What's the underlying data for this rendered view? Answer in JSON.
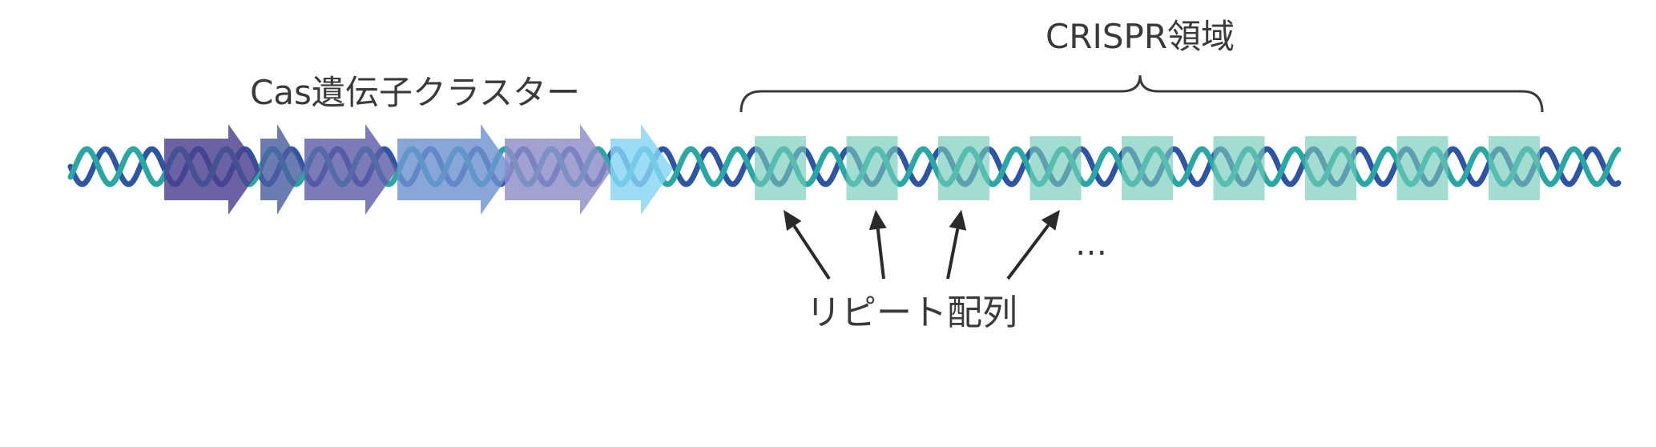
{
  "labels": {
    "cas_cluster": "Cas遺伝子クラスター",
    "crispr_region": "CRISPR領域",
    "repeat_sequence": "リピート配列",
    "ellipsis": "…"
  },
  "colors": {
    "strand_dark": "#2e55a3",
    "strand_teal": "#2aa7a4",
    "cas_genes": [
      "#4b3f8f",
      "#4a5fa0",
      "#5e5ea8",
      "#6e92cf",
      "#8c8cc8",
      "#86d4f4"
    ],
    "repeat_box": "#72c9b8",
    "text": "#3a3a3a"
  },
  "cas_gene_count": 6,
  "repeat_count": 9,
  "arrowed_repeat_count": 4
}
